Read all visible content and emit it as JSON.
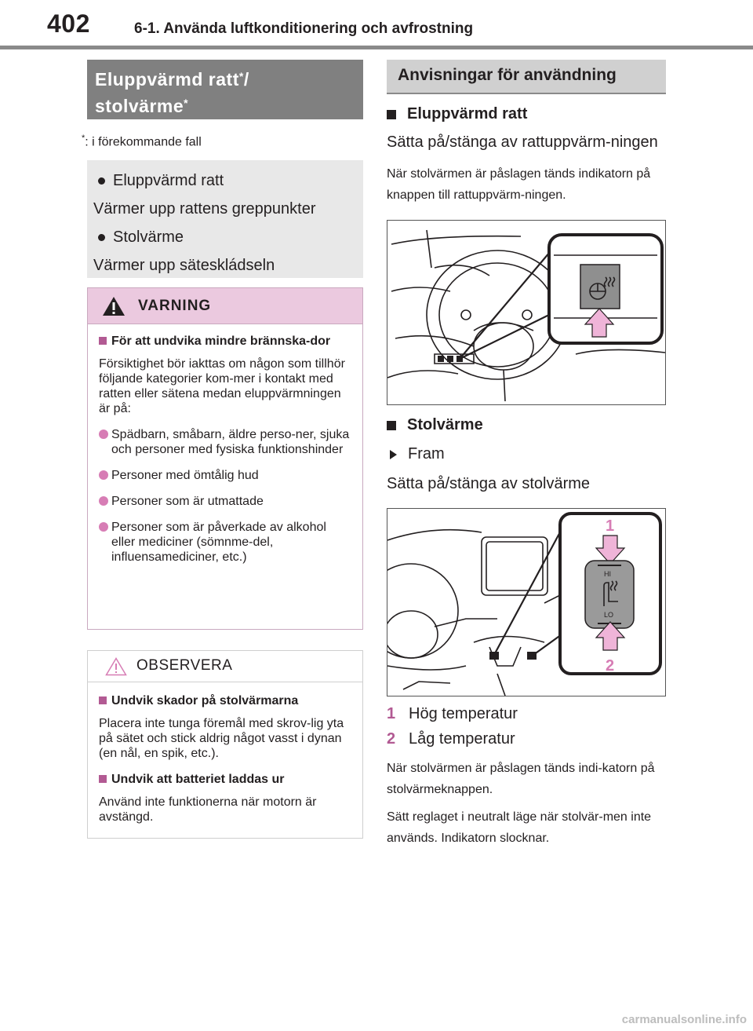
{
  "header": {
    "page_number": "402",
    "chapter_title": "6-1. Använda luftkonditionering och avfrostning"
  },
  "left": {
    "section_title_line1": "Eluppvärmd ratt",
    "section_title_sep": "/",
    "section_title_line2": "stolvärme",
    "asterisk": "*",
    "footnote_mark": "*",
    "footnote_text": ": i förekommande fall",
    "features": [
      {
        "label": "Eluppvärmd ratt",
        "desc": "Värmer upp rattens greppunkter"
      },
      {
        "label": "Stolvärme",
        "desc": "Värmer upp säteskládseln"
      }
    ],
    "warning": {
      "title": "VARNING",
      "heading": "För att undvika mindre brännska-dor",
      "intro": "Försiktighet bör iakttas om någon som tillhör följande kategorier kom-mer i kontakt med ratten eller sätena medan eluppvärmningen är på:",
      "items": [
        "Spädbarn, småbarn, äldre perso-ner, sjuka och personer med fysiska funktionshinder",
        "Personer med ömtålig hud",
        "Personer som är utmattade",
        "Personer som är påverkade av alkohol eller mediciner (sömnme-del, influensamediciner, etc.)"
      ]
    },
    "notice": {
      "title": "OBSERVERA",
      "sections": [
        {
          "heading": "Undvik skador på stolvärmarna",
          "text": "Placera inte tunga föremål med skrov-lig yta på sätet och stick aldrig något vasst i dynan (en nål, en spik, etc.)."
        },
        {
          "heading": "Undvik att batteriet laddas ur",
          "text": "Använd inte funktionerna när motorn är avstängd."
        }
      ]
    }
  },
  "right": {
    "section_title": "Anvisningar för användning",
    "wheel": {
      "heading": "Eluppvärmd ratt",
      "action": "Sätta på/stänga av rattuppvärm-ningen",
      "note": "När stolvärmen är påslagen tänds indikatorn på knappen till rattuppvärm-ningen."
    },
    "seat": {
      "heading": "Stolvärme",
      "position": "Fram",
      "action": "Sätta på/stänga av stolvärme",
      "callout_1": "1",
      "callout_2": "2",
      "switch_hi": "HI",
      "switch_lo": "LO",
      "legend": [
        {
          "num": "1",
          "text": "Hög temperatur"
        },
        {
          "num": "2",
          "text": "Låg temperatur"
        }
      ],
      "note1": "När stolvärmen är påslagen tänds indi-katorn på stolvärmeknappen.",
      "note2": "Sätt reglaget i neutralt läge när stolvär-men inte används. Indikatorn slocknar."
    }
  },
  "footer": {
    "watermark": "carmanualsonline.info"
  },
  "colors": {
    "accent_pink": "#b25a93",
    "warning_bg": "#ebc9df",
    "header_dark": "#808080"
  }
}
